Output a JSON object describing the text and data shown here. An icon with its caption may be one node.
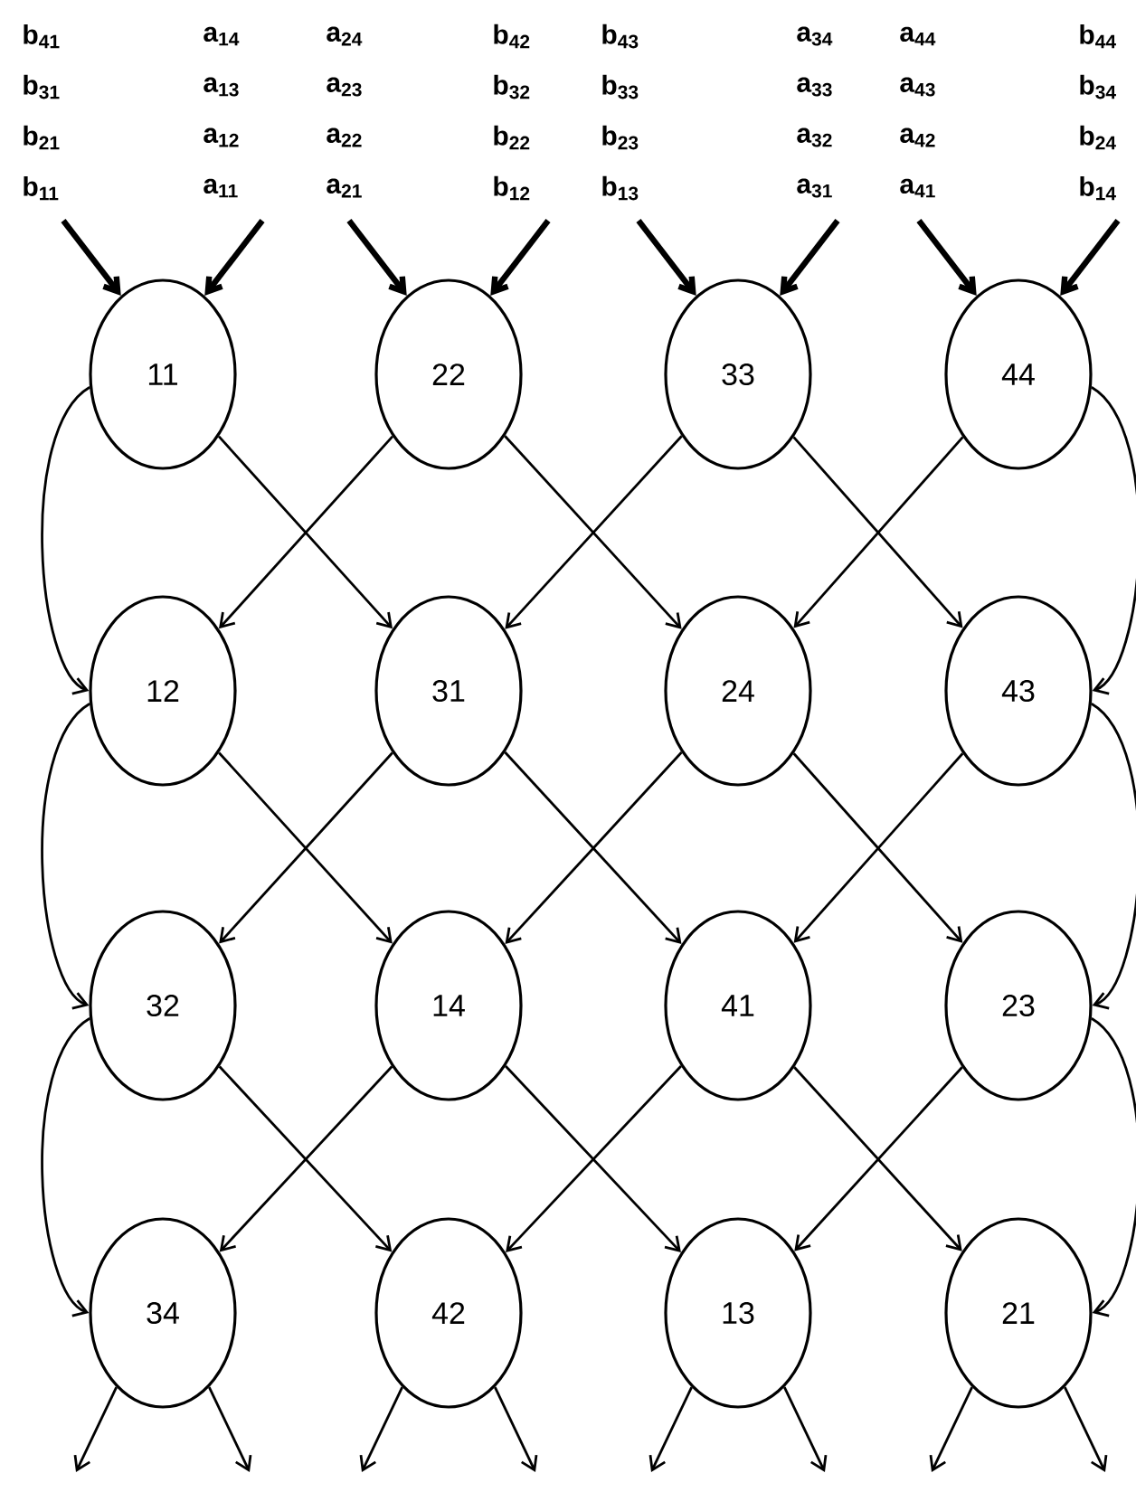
{
  "diagram": {
    "nodes": [
      {
        "text": [
          "11"
        ]
      },
      {
        "text": [
          "22"
        ]
      },
      {
        "text": [
          "33"
        ]
      },
      {
        "text": [
          "44"
        ]
      },
      {
        "text": [
          "12"
        ]
      },
      {
        "text": [
          "31"
        ]
      },
      {
        "text": [
          "24"
        ]
      },
      {
        "text": [
          "43"
        ]
      },
      {
        "text": [
          "32"
        ]
      },
      {
        "text": [
          "14"
        ]
      },
      {
        "text": [
          "41"
        ]
      },
      {
        "text": [
          "23"
        ]
      },
      {
        "text": [
          "34"
        ]
      },
      {
        "text": [
          "42"
        ]
      },
      {
        "text": [
          "13"
        ]
      },
      {
        "text": [
          "21"
        ]
      }
    ],
    "edges": [
      {
        "from": null,
        "to": 0,
        "arrow": "to",
        "style": "thick"
      },
      {
        "from": null,
        "to": 0,
        "arrow": "to",
        "style": "thick"
      },
      {
        "from": null,
        "to": 1,
        "arrow": "to",
        "style": "thick"
      },
      {
        "from": null,
        "to": 1,
        "arrow": "to",
        "style": "thick"
      },
      {
        "from": null,
        "to": 2,
        "arrow": "to",
        "style": "thick"
      },
      {
        "from": null,
        "to": 2,
        "arrow": "to",
        "style": "thick"
      },
      {
        "from": null,
        "to": 3,
        "arrow": "to",
        "style": "thick"
      },
      {
        "from": null,
        "to": 3,
        "arrow": "to",
        "style": "thick"
      },
      {
        "from": 0,
        "to": 4,
        "arrow": "to"
      },
      {
        "from": 0,
        "to": 5,
        "arrow": "to"
      },
      {
        "from": 1,
        "to": 4,
        "arrow": "to"
      },
      {
        "from": 1,
        "to": 6,
        "arrow": "to"
      },
      {
        "from": 2,
        "to": 5,
        "arrow": "to"
      },
      {
        "from": 2,
        "to": 7,
        "arrow": "to"
      },
      {
        "from": 3,
        "to": 6,
        "arrow": "to"
      },
      {
        "from": 3,
        "to": 7,
        "arrow": "to"
      },
      {
        "from": 4,
        "to": 8,
        "arrow": "to"
      },
      {
        "from": 4,
        "to": 9,
        "arrow": "to"
      },
      {
        "from": 5,
        "to": 8,
        "arrow": "to"
      },
      {
        "from": 5,
        "to": 10,
        "arrow": "to"
      },
      {
        "from": 6,
        "to": 9,
        "arrow": "to"
      },
      {
        "from": 6,
        "to": 11,
        "arrow": "to"
      },
      {
        "from": 7,
        "to": 10,
        "arrow": "to"
      },
      {
        "from": 7,
        "to": 11,
        "arrow": "to"
      },
      {
        "from": 8,
        "to": 12,
        "arrow": "to"
      },
      {
        "from": 8,
        "to": 13,
        "arrow": "to"
      },
      {
        "from": 9,
        "to": 12,
        "arrow": "to"
      },
      {
        "from": 9,
        "to": 14,
        "arrow": "to"
      },
      {
        "from": 10,
        "to": 13,
        "arrow": "to"
      },
      {
        "from": 10,
        "to": 15,
        "arrow": "to"
      },
      {
        "from": 11,
        "to": 14,
        "arrow": "to"
      },
      {
        "from": 11,
        "to": 15,
        "arrow": "to"
      },
      {
        "from": 12,
        "to": null,
        "arrow": "to"
      },
      {
        "from": 12,
        "to": null,
        "arrow": "to"
      },
      {
        "from": 13,
        "to": null,
        "arrow": "to"
      },
      {
        "from": 13,
        "to": null,
        "arrow": "to"
      },
      {
        "from": 14,
        "to": null,
        "arrow": "to"
      },
      {
        "from": 14,
        "to": null,
        "arrow": "to"
      },
      {
        "from": 15,
        "to": null,
        "arrow": "to"
      },
      {
        "from": 15,
        "to": null,
        "arrow": "to"
      }
    ],
    "labels": [
      "b$_{41}$",
      "a$_{14}$",
      "a$_{24}$",
      "b$_{42}$",
      "b$_{43}$",
      "a$_{34}$",
      "a$_{44}$",
      "b$_{44}$",
      "b$_{31}$",
      "a$_{13}$",
      "a$_{23}$",
      "b$_{32}$",
      "b$_{33}$",
      "a$_{33}$",
      "a$_{43}$",
      "b$_{34}$",
      "b$_{21}$",
      "a$_{12}$",
      "a$_{22}$",
      "b$_{22}$",
      "b$_{23}$",
      "a$_{32}$",
      "a$_{42}$",
      "b$_{24}$",
      "b$_{11}$",
      "a$_{11}$",
      "a$_{21}$",
      "b$_{12}$",
      "b$_{13}$",
      "a$_{31}$",
      "a$_{41}$",
      "b$_{14}$"
    ]
  }
}
